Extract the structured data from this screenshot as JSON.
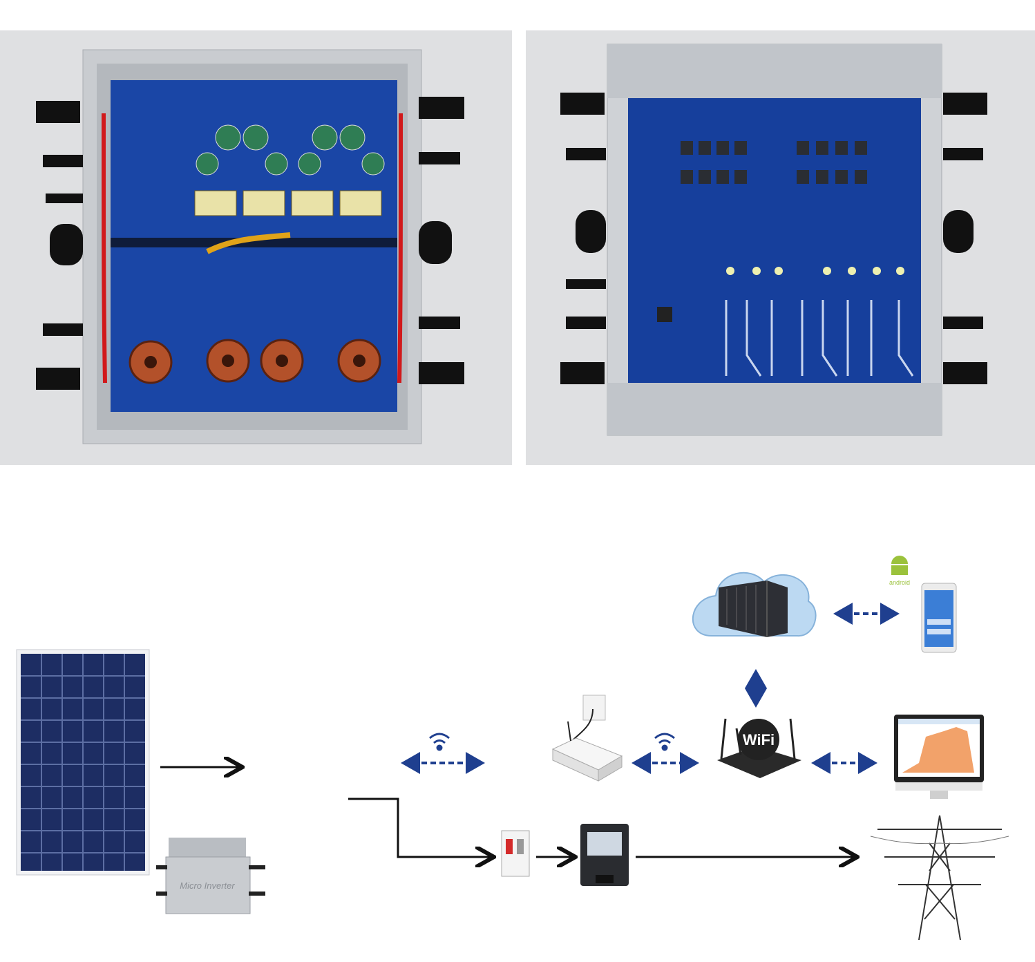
{
  "photos": {
    "left": {
      "subject": "micro-inverter-open-top-view"
    },
    "right": {
      "subject": "micro-inverter-pcb-bottom-view"
    }
  },
  "diagram": {
    "wifi_label": "WiFi",
    "android_label": "android",
    "inverter_label": "Micro Inverter",
    "colors": {
      "arrow_blue": "#1f3f8f",
      "arrow_black": "#111111",
      "pcb_blue": "#163f9c",
      "cloud_blue": "#bcd9f2",
      "android_green": "#9bc23c"
    }
  }
}
